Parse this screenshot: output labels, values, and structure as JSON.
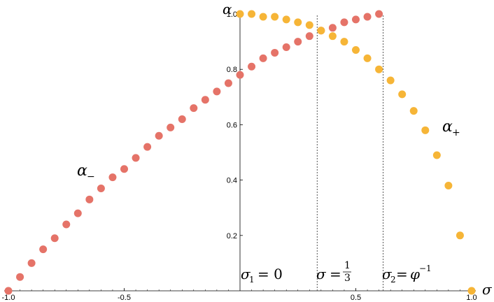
{
  "chart_data": {
    "type": "scatter",
    "title": "",
    "xlabel": "σ",
    "ylabel": "α",
    "xlim": [
      -1.0,
      1.0
    ],
    "ylim": [
      0,
      1.0
    ],
    "x_ticks": [
      "-1.0",
      "-0.5",
      "0.5",
      "1.0"
    ],
    "y_ticks": [
      "0.2",
      "0.4",
      "0.6",
      "0.8",
      "1.0"
    ],
    "grid": false,
    "series": [
      {
        "name": "α₋",
        "color": "#E57368",
        "x": [
          -1.0,
          -0.95,
          -0.9,
          -0.85,
          -0.8,
          -0.75,
          -0.7,
          -0.65,
          -0.6,
          -0.55,
          -0.5,
          -0.45,
          -0.4,
          -0.35,
          -0.3,
          -0.25,
          -0.2,
          -0.15,
          -0.1,
          -0.05,
          0.0,
          0.05,
          0.1,
          0.15,
          0.2,
          0.25,
          0.3,
          0.35,
          0.4,
          0.45,
          0.5,
          0.55,
          0.6
        ],
        "y": [
          0.0,
          0.05,
          0.1,
          0.15,
          0.19,
          0.24,
          0.28,
          0.33,
          0.37,
          0.41,
          0.44,
          0.48,
          0.52,
          0.56,
          0.59,
          0.62,
          0.66,
          0.69,
          0.72,
          0.75,
          0.78,
          0.81,
          0.84,
          0.86,
          0.88,
          0.9,
          0.92,
          0.94,
          0.95,
          0.97,
          0.98,
          0.99,
          1.0
        ]
      },
      {
        "name": "α₊",
        "color": "#F6B537",
        "x": [
          0.0,
          0.05,
          0.1,
          0.15,
          0.2,
          0.25,
          0.3,
          0.35,
          0.4,
          0.45,
          0.5,
          0.55,
          0.6,
          0.65,
          0.7,
          0.75,
          0.8,
          0.85,
          0.9,
          0.95,
          1.0
        ],
        "y": [
          1.0,
          1.0,
          0.99,
          0.99,
          0.98,
          0.97,
          0.96,
          0.94,
          0.92,
          0.9,
          0.87,
          0.84,
          0.8,
          0.76,
          0.71,
          0.65,
          0.58,
          0.49,
          0.38,
          0.2,
          0.0
        ]
      }
    ],
    "vlines": [
      {
        "x": 0.0,
        "label": "σ₁ = 0"
      },
      {
        "x": 0.3333,
        "label": "σ = 1/3"
      },
      {
        "x": 0.618,
        "label": "σ₂ = φ⁻¹"
      }
    ]
  }
}
